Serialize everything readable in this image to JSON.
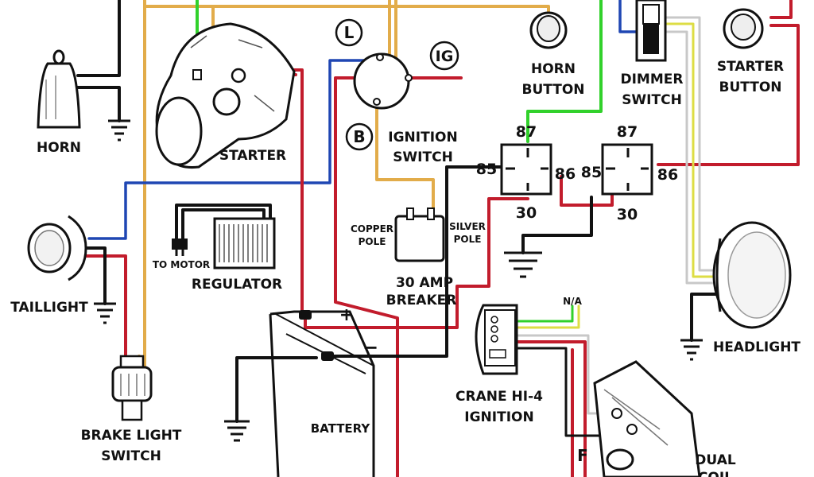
{
  "colors": {
    "black": "#111111",
    "red": "#c21c2c",
    "blue": "#1f46b3",
    "tan": "#e2ac4a",
    "green": "#31d12b",
    "yellow": "#dddd44",
    "white_wire": "#c8c8c8",
    "gray_part": "#cfcfcf"
  },
  "labels": {
    "horn": "HORN",
    "starter": "STARTER",
    "l": "L",
    "ig": "IG",
    "b": "B",
    "ignition_switch_1": "IGNITION",
    "ignition_switch_2": "SWITCH",
    "horn_button_1": "HORN",
    "horn_button_2": "BUTTON",
    "dimmer_switch_1": "DIMMER",
    "dimmer_switch_2": "SWITCH",
    "starter_button_1": "STARTER",
    "starter_button_2": "BUTTON",
    "relay1": {
      "p87": "87",
      "p85": "85",
      "p86": "86",
      "p30": "30"
    },
    "relay2": {
      "p87": "87",
      "p85": "85",
      "p86": "86",
      "p30": "30"
    },
    "copper_pole_1": "COPPER",
    "copper_pole_2": "POLE",
    "silver_pole_1": "SILVER",
    "silver_pole_2": "POLE",
    "to_motor": "TO MOTOR",
    "regulator": "REGULATOR",
    "breaker_1": "30 AMP",
    "breaker_2": "BREAKER",
    "taillight": "TAILLIGHT",
    "plus": "+",
    "minus": "−",
    "battery": "BATTERY",
    "na": "N/A",
    "crane_1": "CRANE HI-4",
    "crane_2": "IGNITION",
    "brake_1": "BRAKE LIGHT",
    "brake_2": "SWITCH",
    "headlight": "HEADLIGHT",
    "f": "F",
    "dual_coil_1": "DUAL",
    "dual_coil_2": "COIL"
  }
}
